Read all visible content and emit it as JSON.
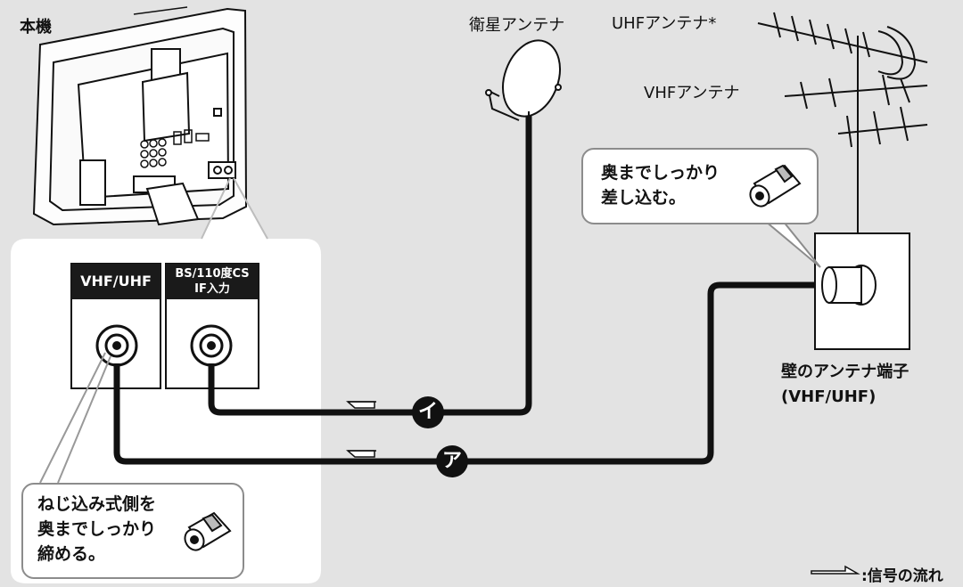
{
  "labels": {
    "main_unit": "本機",
    "satellite_antenna": "衛星アンテナ",
    "uhf_antenna": "UHFアンテナ*",
    "vhf_antenna": "VHFアンテナ",
    "wall_terminal_line1": "壁のアンテナ端子",
    "wall_terminal_line2": "(VHF/UHF)"
  },
  "ports": {
    "vhf_uhf": "VHF/UHF",
    "bs_cs_line1": "BS/110度CS",
    "bs_cs_line2": "IF入力"
  },
  "callouts": {
    "wall": {
      "line1": "奥までしっかり",
      "line2": "差し込む。"
    },
    "screw": {
      "line1": "ねじ込み式側を",
      "line2": "奥までしっかり",
      "line3": "締める。"
    }
  },
  "badges": {
    "a": "ア",
    "i": "イ"
  },
  "legend": ":信号の流れ",
  "colors": {
    "background": "#e3e3e3",
    "cable": "#111111",
    "callout_border": "#8c8c8c"
  }
}
